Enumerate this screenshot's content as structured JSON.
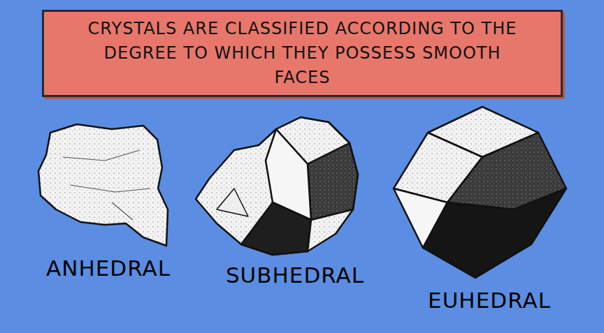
{
  "diagram": {
    "nodes": [
      {
        "text": [
          "CRYSTALS ARE CLASSIFIED ACCORDING TO THE DEGREE TO WHICH THEY POSSESS SMOOTH FACES"
        ]
      }
    ],
    "labels": [
      "ANHEDRAL",
      "SUBHEDRAL",
      "EUHEDRAL"
    ]
  }
}
